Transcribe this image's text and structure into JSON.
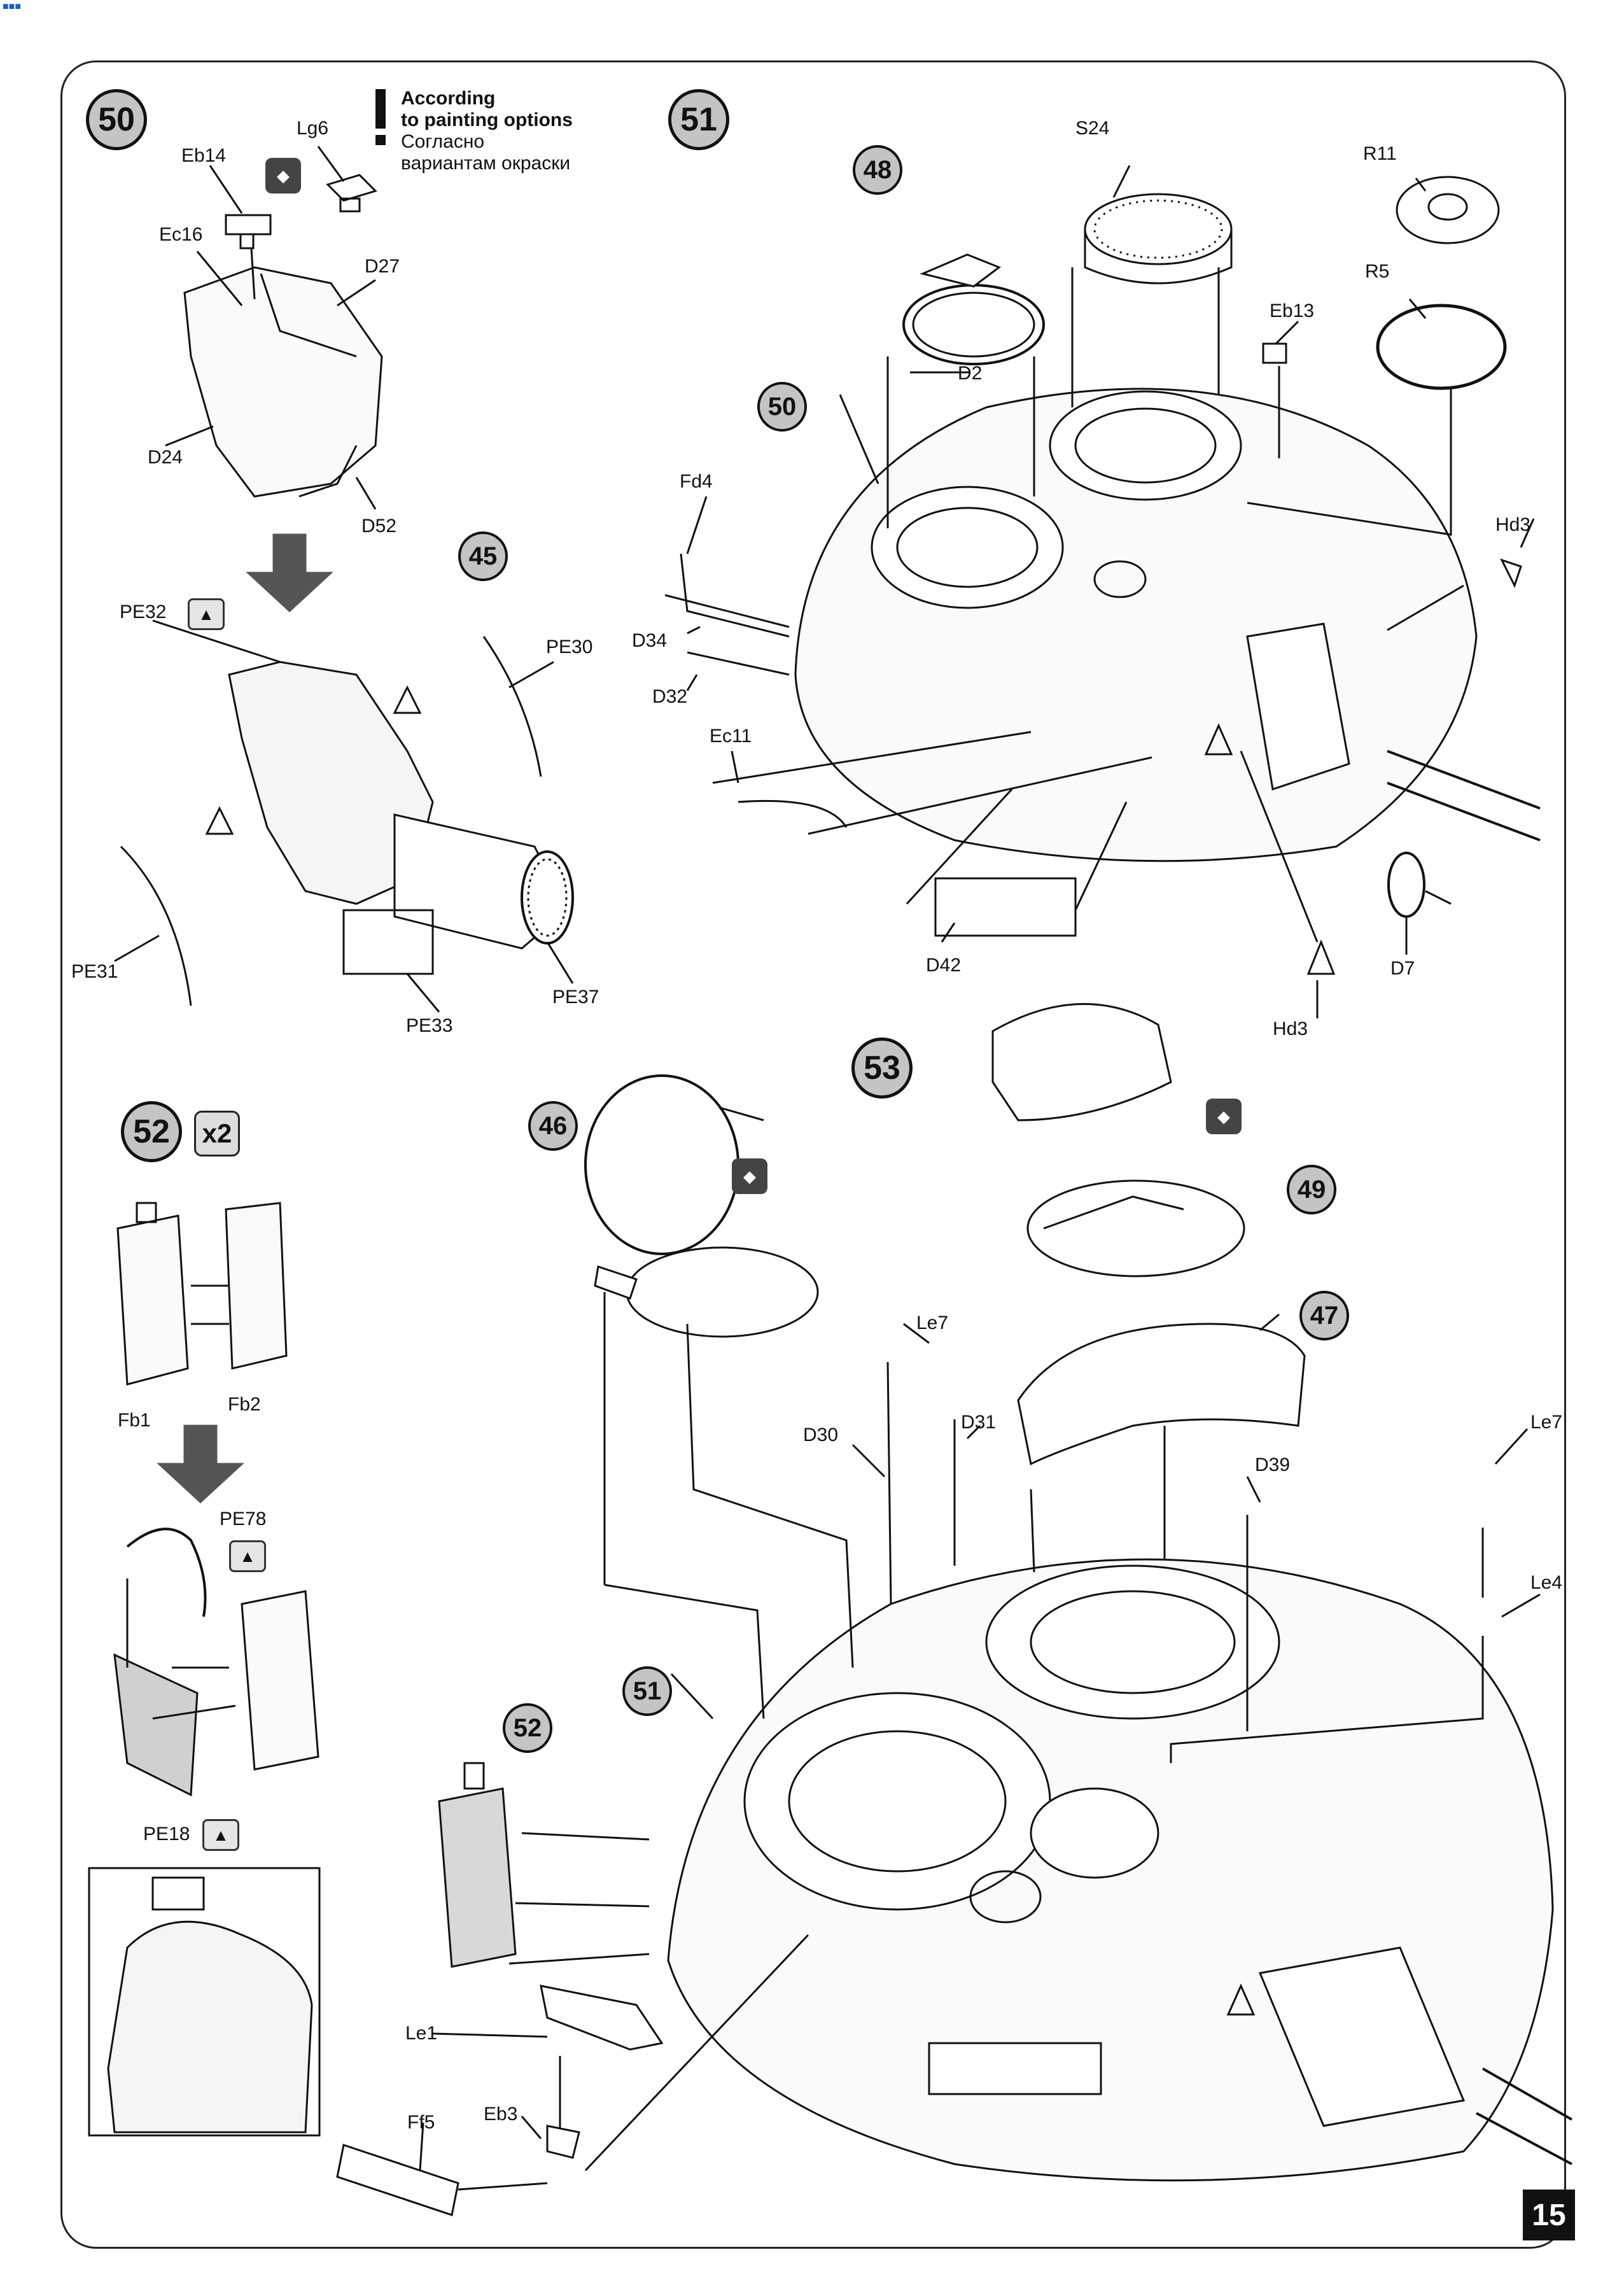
{
  "page_number": "15",
  "note": {
    "line1": "According",
    "line2": "to painting options",
    "line3": "Согласно",
    "line4": "вариантам окраски"
  },
  "steps": {
    "s50": "50",
    "s51": "51",
    "s52": "52",
    "s53": "53",
    "ref45": "45",
    "ref48": "48",
    "ref50": "50",
    "ref46": "46",
    "ref49": "49",
    "ref47": "47",
    "ref51": "51",
    "ref52": "52",
    "x2": "x2"
  },
  "parts_step50": {
    "Eb14": "Eb14",
    "Lg6": "Lg6",
    "Ec16": "Ec16",
    "D27": "D27",
    "D24": "D24",
    "D52": "D52",
    "PE32": "PE32",
    "PE30": "PE30",
    "PE31": "PE31",
    "PE33": "PE33",
    "PE37": "PE37"
  },
  "parts_step51": {
    "S24": "S24",
    "R11": "R11",
    "R5": "R5",
    "Eb13": "Eb13",
    "D2": "D2",
    "Fd4": "Fd4",
    "Hd3a": "Hd3",
    "D34": "D34",
    "D32": "D32",
    "Ec11": "Ec11",
    "D42": "D42",
    "D7": "D7",
    "Hd3b": "Hd3"
  },
  "parts_step52": {
    "Fb1": "Fb1",
    "Fb2": "Fb2",
    "PE78": "PE78",
    "PE18": "PE18"
  },
  "parts_step53": {
    "Le7a": "Le7",
    "D30": "D30",
    "D31": "D31",
    "D39": "D39",
    "Le7b": "Le7",
    "Le4": "Le4",
    "Le1": "Le1",
    "Ff5": "Ff5",
    "Eb3": "Eb3"
  },
  "icons": [
    "painting-option-icon",
    "photo-etch-icon",
    "arrow-down-icon"
  ],
  "colors": {
    "step_fill": "#c4c4c4",
    "line": "#111111",
    "arrow_fill": "#555555"
  }
}
